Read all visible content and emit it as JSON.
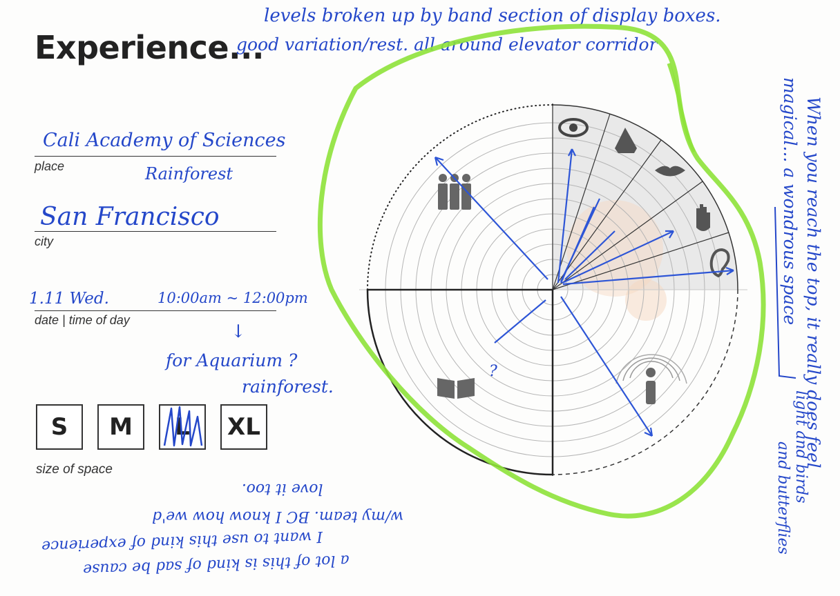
{
  "title": "Experience...",
  "fields": {
    "place": {
      "label": "place",
      "value": "Cali Academy of Sciences",
      "note": "Rainforest"
    },
    "city": {
      "label": "city",
      "value": "San Francisco"
    },
    "date": {
      "label": "date | time of day",
      "date_value": "1.11 Wed.",
      "time_value": "10:00am ~ 12:00pm",
      "note_line1": "for Aquarium ?",
      "note_line2": "rainforest."
    }
  },
  "sizes": {
    "label": "size of space",
    "options": [
      "S",
      "M",
      "L",
      "XL"
    ],
    "selected": "L"
  },
  "annotations": {
    "top_line1": "levels broken up by band section of display boxes.",
    "top_line2": "good variation/rest. all around elevator corridor",
    "right_col1": "When you reach the top, it really does feel",
    "right_col2": "magical... a wondrous space",
    "right_col3": "light and birds",
    "right_col4": "and butterflies",
    "bottom_line1": "love it too.",
    "bottom_line2": "w/my team. BC I know how we'd",
    "bottom_line3": "I want to use this kind of experience",
    "bottom_line4": "a lot of this is kind of sad be cause",
    "quadrant_note": "?"
  },
  "icons": {
    "people": "people-icon",
    "book": "book-icon",
    "info": "info-person-icon",
    "senses": [
      "eye-icon",
      "nose-icon",
      "lips-icon",
      "hand-icon",
      "ear-icon"
    ]
  },
  "colors": {
    "ink": "#2447c9",
    "highlighter": "#8ee23a",
    "print": "#333333"
  }
}
